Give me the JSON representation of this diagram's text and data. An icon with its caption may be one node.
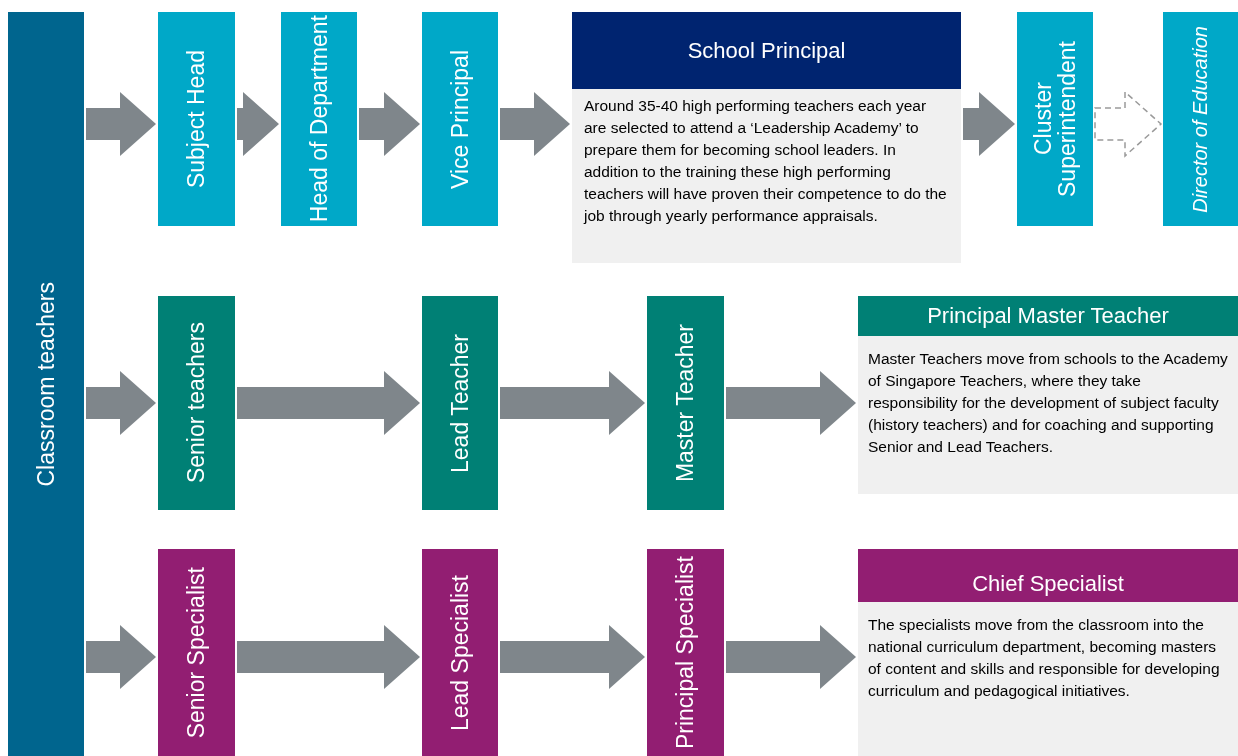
{
  "diagram": {
    "nodes": [
      {
        "text": [
          "Classroom teachers"
        ]
      },
      {
        "text": [
          "Subject Head"
        ]
      },
      {
        "text": [
          "Head of Department"
        ]
      },
      {
        "text": [
          "Vice Principal"
        ]
      },
      {
        "text": [
          "School Principal",
          "Around 35-40 high performing teachers each year are selected to attend a ‘Leadership Academy’ to prepare them for becoming school leaders. In addition to the training these high performing teachers will have proven their competence to do the job through yearly performance appraisals."
        ]
      },
      {
        "text": [
          "Cluster Superintendent"
        ]
      },
      {
        "text": [
          "Director of Education"
        ]
      },
      {
        "text": [
          "Senior teachers"
        ]
      },
      {
        "text": [
          "Lead Teacher"
        ]
      },
      {
        "text": [
          "Master Teacher"
        ]
      },
      {
        "text": [
          "Principal Master Teacher",
          "Master Teachers move from schools to the Academy of Singapore Teachers, where they take responsibility for the development of subject faculty (history teachers) and for coaching and supporting Senior and Lead Teachers."
        ]
      },
      {
        "text": [
          "Senior Specialist"
        ]
      },
      {
        "text": [
          "Lead Specialist"
        ]
      },
      {
        "text": [
          "Principal Specialist"
        ]
      },
      {
        "text": [
          "Chief Specialist",
          "The specialists move from the classroom into the national curriculum department, becoming masters of content and skills and responsible for developing curriculum and pedagogical initiatives."
        ]
      }
    ],
    "edges": [
      {
        "from": 0,
        "to": 1,
        "arrow": "to"
      },
      {
        "from": 1,
        "to": 2,
        "arrow": "to"
      },
      {
        "from": 2,
        "to": 3,
        "arrow": "to"
      },
      {
        "from": 3,
        "to": 4,
        "arrow": "to"
      },
      {
        "from": 4,
        "to": 5,
        "arrow": "to"
      },
      {
        "from": 5,
        "to": 6,
        "arrow": "to",
        "style": "dashed"
      },
      {
        "from": 0,
        "to": 7,
        "arrow": "to"
      },
      {
        "from": 7,
        "to": 8,
        "arrow": "to"
      },
      {
        "from": 8,
        "to": 9,
        "arrow": "to"
      },
      {
        "from": 9,
        "to": 10,
        "arrow": "to"
      },
      {
        "from": 0,
        "to": 11,
        "arrow": "to"
      },
      {
        "from": 11,
        "to": 12,
        "arrow": "to"
      },
      {
        "from": 12,
        "to": 13,
        "arrow": "to"
      },
      {
        "from": 13,
        "to": 14,
        "arrow": "to"
      }
    ]
  }
}
